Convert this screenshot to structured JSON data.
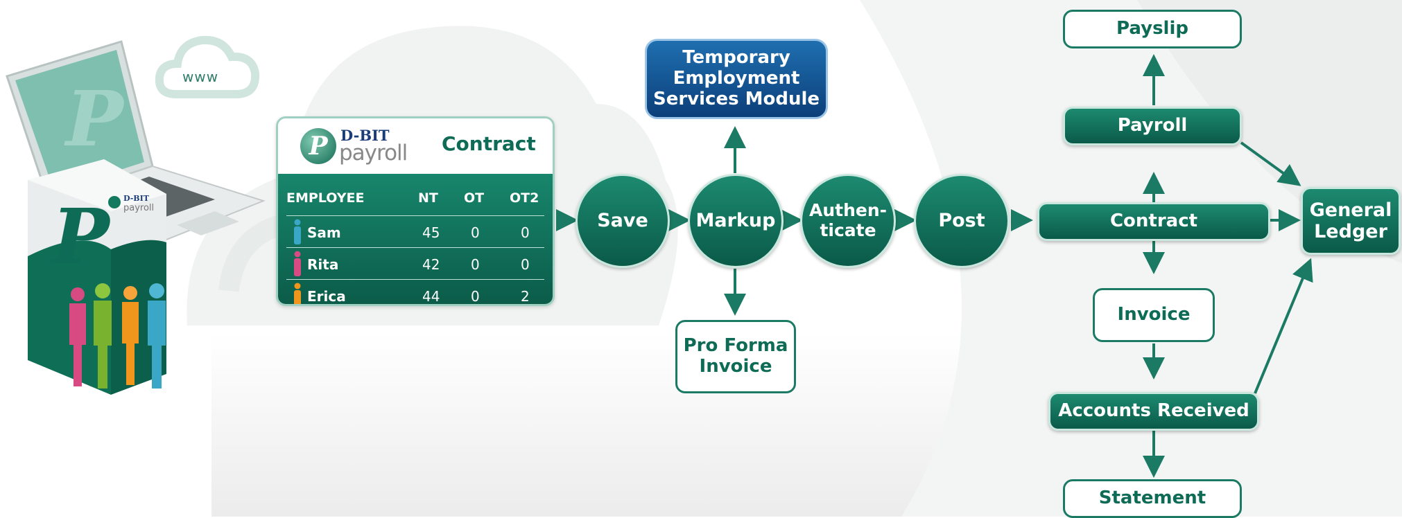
{
  "cloud_label": "www",
  "contract_card": {
    "brand": "D-BIT",
    "product": "payroll",
    "title": "Contract",
    "columns": [
      "EMPLOYEE",
      "NT",
      "OT",
      "OT2"
    ],
    "rows": [
      {
        "name": "Sam",
        "nt": "45",
        "ot": "0",
        "ot2": "0",
        "color": "#3aa7c7"
      },
      {
        "name": "Rita",
        "nt": "42",
        "ot": "0",
        "ot2": "0",
        "color": "#d84a82"
      },
      {
        "name": "Erica",
        "nt": "44",
        "ot": "0",
        "ot2": "2",
        "color": "#f0961c"
      }
    ]
  },
  "box_brand": "D-BIT",
  "box_product": "payroll",
  "steps": {
    "save": "Save",
    "markup": "Markup",
    "authenticate": "Authen-\nticate",
    "post": "Post"
  },
  "modules": {
    "temporary_employment": "Temporary\nEmployment\nServices Module",
    "pro_forma_invoice": "Pro Forma\nInvoice"
  },
  "outputs": {
    "payslip": "Payslip",
    "payroll": "Payroll",
    "contract": "Contract",
    "invoice": "Invoice",
    "accounts_received": "Accounts Received",
    "statement": "Statement",
    "general_ledger": "General\nLedger"
  },
  "colors": {
    "primary": "#0e6b55",
    "module_blue": "#1560a6",
    "accent_light": "#c9e7de"
  }
}
